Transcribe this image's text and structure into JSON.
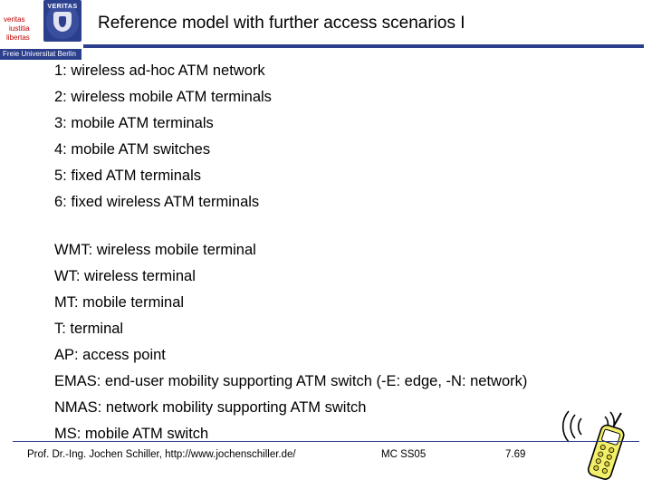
{
  "logo": {
    "motto": [
      "veritas",
      "iustitia",
      "libertas"
    ],
    "seal_word": "VERITAS",
    "university": "Freie Universitat Berlin"
  },
  "title": "Reference model with further access scenarios I",
  "scenarios": [
    "1: wireless ad-hoc ATM network",
    "2: wireless mobile ATM terminals",
    "3: mobile ATM terminals",
    "4: mobile ATM switches",
    "5: fixed ATM terminals",
    "6: fixed wireless ATM terminals"
  ],
  "abbreviations": [
    "WMT: wireless mobile terminal",
    "WT: wireless terminal",
    "MT: mobile terminal",
    "T: terminal",
    "AP: access point",
    "EMAS: end-user mobility supporting ATM switch (-E: edge, -N: network)",
    "NMAS: network mobility supporting ATM switch",
    "MS: mobile ATM switch"
  ],
  "footer": {
    "author": "Prof. Dr.-Ing. Jochen Schiller, http://www.jochenschiller.de/",
    "course": "MC SS05",
    "page": "7.69"
  },
  "colors": {
    "accent": "#2b3f8c",
    "motto": "#c00000",
    "text": "#000000"
  },
  "graphics": {
    "phone_icon": "mobile-phone-signal-icon"
  }
}
